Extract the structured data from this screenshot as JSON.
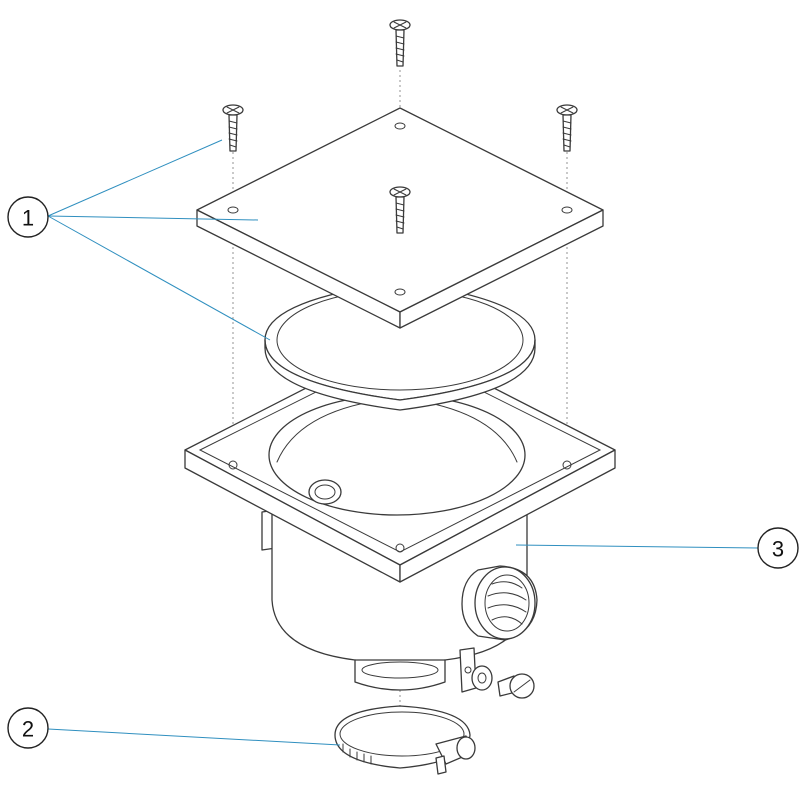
{
  "colors": {
    "leader": "#2f8fbf",
    "outline": "#3a3a3a",
    "background": "#ffffff"
  },
  "callouts": [
    {
      "number": "1"
    },
    {
      "number": "2"
    },
    {
      "number": "3"
    }
  ]
}
